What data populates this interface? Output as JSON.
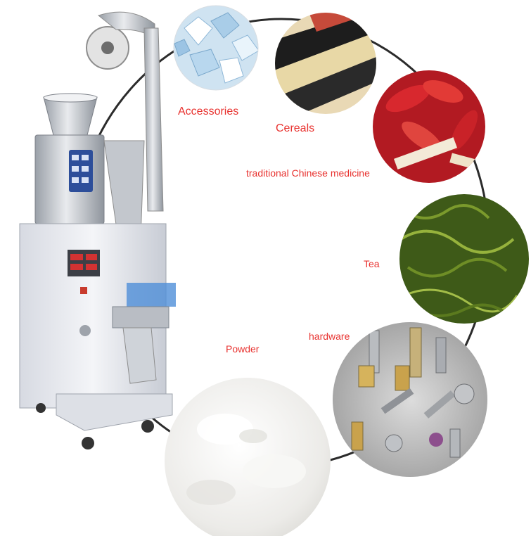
{
  "labels": {
    "accessories": "Accessories",
    "cereals": "Cereals",
    "tcm": "traditional Chinese medicine",
    "tea": "Tea",
    "hardware": "hardware",
    "powder": "Powder"
  },
  "colors": {
    "label": "#e8322f",
    "ring": "#2b2b2b",
    "machine_steel": "#c9ccd2",
    "machine_cabinet": "#e7e9ef",
    "diamond": "#b9d9ee",
    "goji": "#c21d24",
    "tea": "#4a6b1e",
    "powder": "#f3f3f1",
    "hardware_bg": "#3c3c3c"
  }
}
